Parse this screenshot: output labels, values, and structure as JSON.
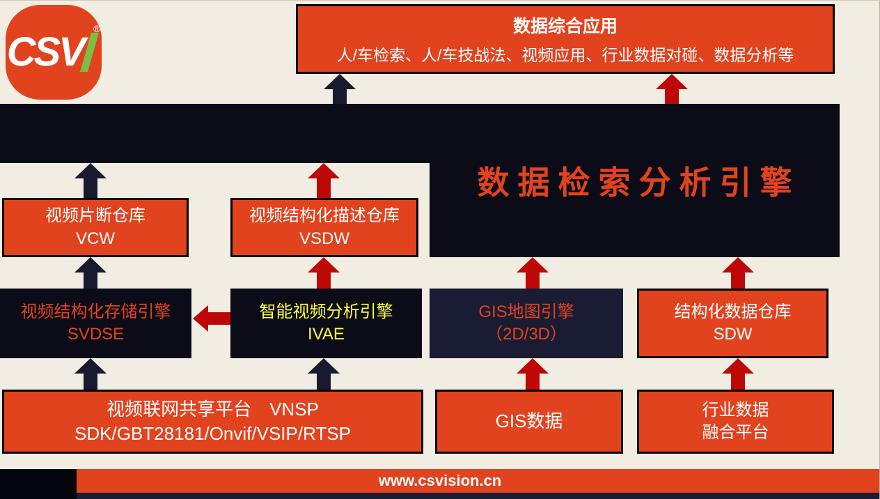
{
  "page": {
    "footer": {
      "url": "www.csvision.cn"
    }
  },
  "logo": {
    "cs": "CS",
    "v": "V",
    "reg": "®"
  },
  "colors": {
    "cream": "#F2EDE2",
    "orange": "#E2431F",
    "dark": "#0C0C18",
    "navy": "#1A1C33",
    "arrow_dark": "#191930",
    "arrow_red": "#BE0808",
    "yellow": "#FFFF33",
    "green": "#7CBE43"
  },
  "top_box": {
    "title": "数据综合应用",
    "subtitle": "人/车检索、人/车技战法、视频应用、行业数据对碰、数据分析等"
  },
  "engine": {
    "title": "数据检索分析引擎"
  },
  "boxes": {
    "vcw": {
      "line1": "视频片断仓库",
      "line2": "VCW"
    },
    "vsdw": {
      "line1": "视频结构化描述仓库",
      "line2": "VSDW"
    },
    "svdse": {
      "line1": "视频结构化存储引擎",
      "line2": "SVDSE"
    },
    "ivae": {
      "line1": "智能视频分析引擎",
      "line2": "IVAE"
    },
    "gis_engine": {
      "line1": "GIS地图引擎",
      "line2": "（2D/3D）"
    },
    "sdw": {
      "line1": "结构化数据仓库",
      "line2": "SDW"
    },
    "vnsp": {
      "line1": "视频联网共享平台　VNSP",
      "line2": "SDK/GBT28181/Onvif/VSIP/RTSP"
    },
    "gis_data": {
      "line1": "GIS数据"
    },
    "industry": {
      "line1": "行业数据",
      "line2": "融合平台"
    }
  }
}
